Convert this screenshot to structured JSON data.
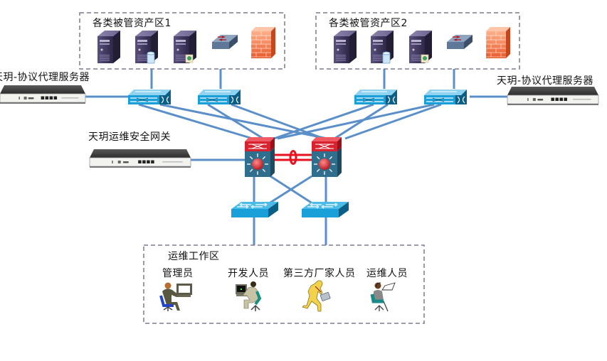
{
  "diagram": {
    "zones": {
      "asset_zone_1": {
        "title": "各类被管资产区1"
      },
      "asset_zone_2": {
        "title": "各类被管资产区2"
      },
      "ops_zone": {
        "title": "运维工作区"
      }
    },
    "devices": {
      "proxy_server_left": {
        "label": "天玥-协议代理服务器"
      },
      "proxy_server_right": {
        "label": "天玥-协议代理服务器"
      },
      "security_gateway": {
        "label": "天玥运维安全网关"
      }
    },
    "assets": [
      "server",
      "db-server",
      "web-server",
      "router",
      "firewall"
    ],
    "users": [
      {
        "label": "管理员",
        "icon": "admin-at-computer"
      },
      {
        "label": "开发人员",
        "icon": "developer-at-computer"
      },
      {
        "label": "第三方厂家人员",
        "icon": "running-person-with-briefcase"
      },
      {
        "label": "运维人员",
        "icon": "operator-with-headset"
      }
    ],
    "colors": {
      "link": "#5b8fc9",
      "switch": "#1aa0d8",
      "core_top": "#d9222f",
      "core_body": "#2f6e8c",
      "server": "#4a3f66",
      "firewall": "#f06a3c",
      "trunk": "#e8121e",
      "zone_border": "#7a7a90"
    }
  }
}
